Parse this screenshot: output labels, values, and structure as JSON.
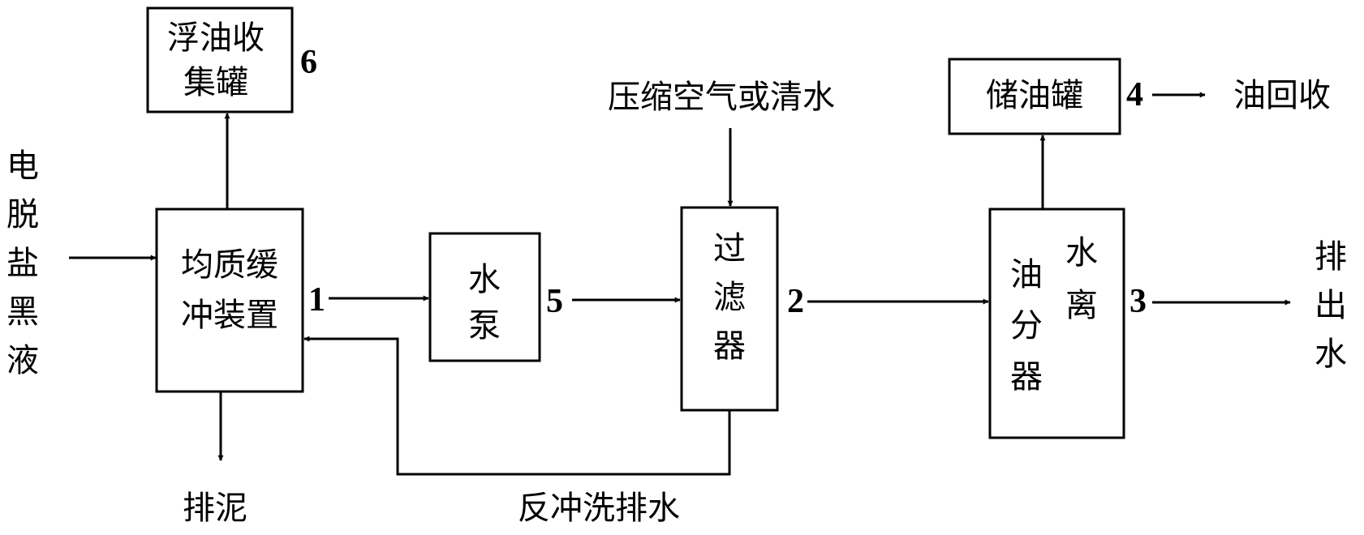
{
  "nodes": {
    "float_oil": {
      "line1": "浮油收",
      "line2": "集罐",
      "num": "6"
    },
    "buffer": {
      "line1": "均质缓",
      "line2": "冲装置",
      "num": "1"
    },
    "pump": {
      "line1": "水",
      "line2": "泵",
      "num": "5"
    },
    "filter": {
      "line1": "过",
      "line2": "滤",
      "line3": "器",
      "num": "2"
    },
    "separator": {
      "c1": "油",
      "c2": "水",
      "c3": "分",
      "c4": "离",
      "c5": "器",
      "num": "3"
    },
    "oil_tank": {
      "label": "储油罐",
      "num": "4"
    }
  },
  "labels": {
    "input": [
      "电",
      "脱",
      "盐",
      "黑",
      "液"
    ],
    "sludge": "排泥",
    "backwash": "反冲洗排水",
    "air_water": "压缩空气或清水",
    "oil_recovery": "油回收",
    "discharge": [
      "排",
      "出",
      "水"
    ]
  }
}
